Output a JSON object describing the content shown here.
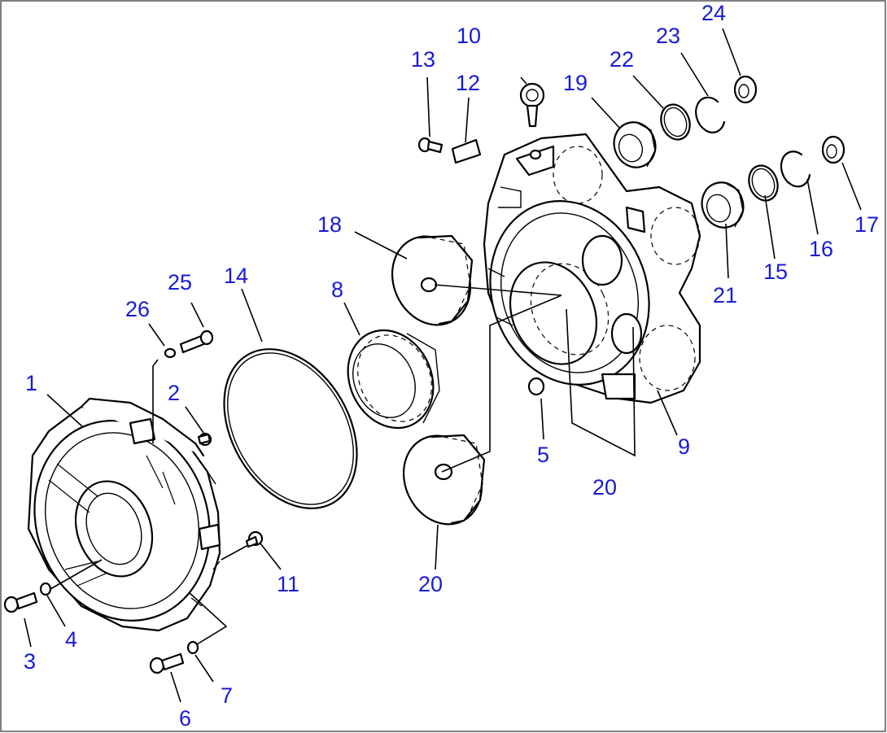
{
  "labels": [
    {
      "id": "1",
      "text": "1"
    },
    {
      "id": "2",
      "text": "2"
    },
    {
      "id": "3",
      "text": "3"
    },
    {
      "id": "4",
      "text": "4"
    },
    {
      "id": "5",
      "text": "5"
    },
    {
      "id": "6",
      "text": "6"
    },
    {
      "id": "7",
      "text": "7"
    },
    {
      "id": "8",
      "text": "8"
    },
    {
      "id": "9",
      "text": "9"
    },
    {
      "id": "10",
      "text": "10"
    },
    {
      "id": "11",
      "text": "11"
    },
    {
      "id": "12",
      "text": "12"
    },
    {
      "id": "13",
      "text": "13"
    },
    {
      "id": "14",
      "text": "14"
    },
    {
      "id": "15",
      "text": "15"
    },
    {
      "id": "16",
      "text": "16"
    },
    {
      "id": "17",
      "text": "17"
    },
    {
      "id": "18",
      "text": "18"
    },
    {
      "id": "19",
      "text": "19"
    },
    {
      "id": "20a",
      "text": "20"
    },
    {
      "id": "20b",
      "text": "20"
    },
    {
      "id": "21",
      "text": "21"
    },
    {
      "id": "22",
      "text": "22"
    },
    {
      "id": "23",
      "text": "23"
    },
    {
      "id": "24",
      "text": "24"
    },
    {
      "id": "25",
      "text": "25"
    },
    {
      "id": "26",
      "text": "26"
    }
  ],
  "colors": {
    "label": "#1a1ad6",
    "line": "#000000",
    "background": "#ffffff"
  }
}
